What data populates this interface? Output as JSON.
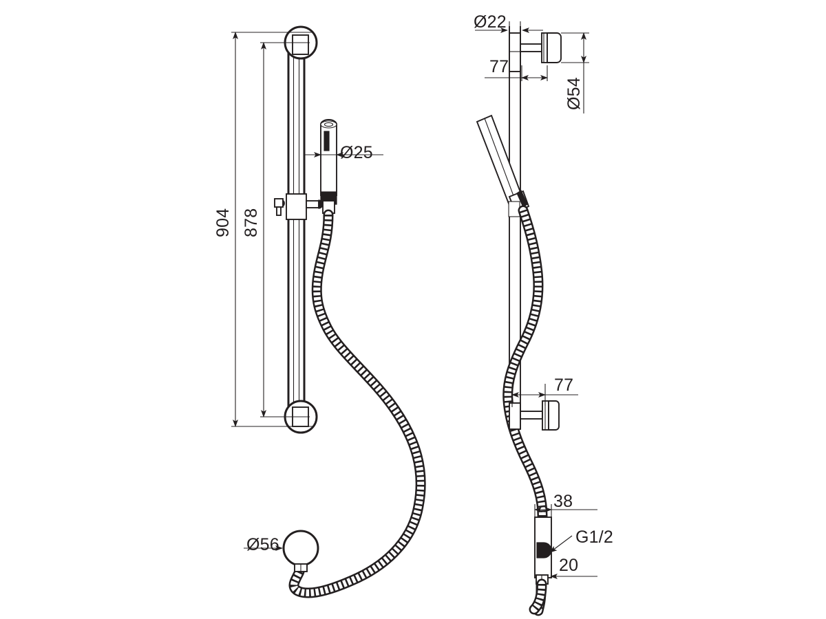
{
  "drawing": {
    "title": "Shower rail set technical drawing",
    "background_color": "#ffffff",
    "line_color": "#231f20",
    "views": [
      {
        "id": "front-view",
        "name": "Front elevation"
      },
      {
        "id": "side-view",
        "name": "Side elevation"
      },
      {
        "id": "detail-view",
        "name": "Hose connector detail"
      }
    ]
  },
  "dimensions": {
    "overall_height": "904",
    "rail_centres": "878",
    "handset_diameter": "Ø25",
    "bracket_plate_diameter": "Ø56",
    "rail_diameter": "Ø22",
    "wall_flange_diameter": "Ø54",
    "top_projection": "77",
    "bottom_projection": "77",
    "connector_length": "38",
    "connector_offset": "20",
    "thread_size": "G1/2"
  },
  "labels": {
    "d904": "904",
    "d878": "878",
    "d25": "Ø25",
    "d56": "Ø56",
    "d22": "Ø22",
    "d54": "Ø54",
    "d77_top": "77",
    "d77_bottom": "77",
    "d38": "38",
    "d20": "20",
    "g_half": "G1/2"
  }
}
